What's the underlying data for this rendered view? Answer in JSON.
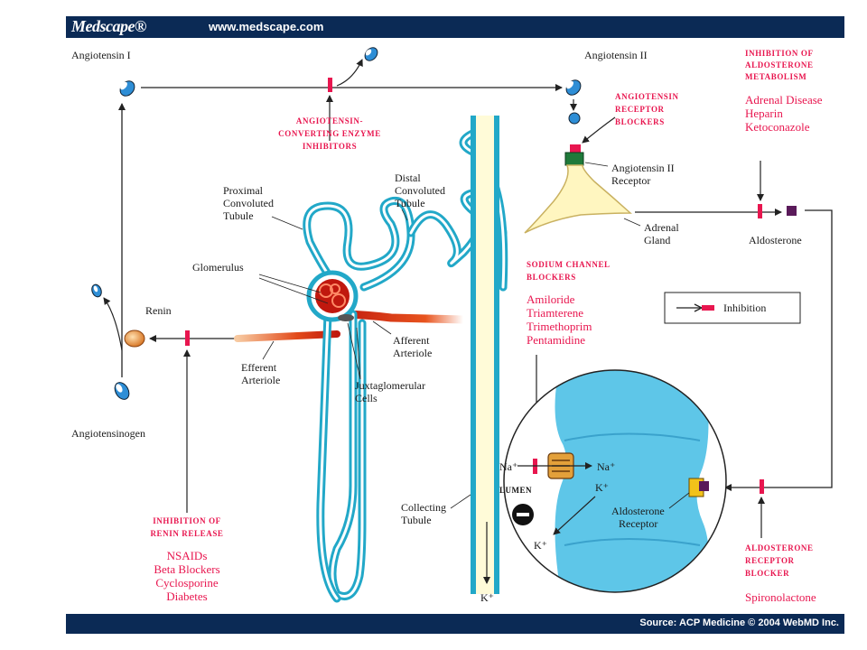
{
  "header": {
    "brand": "Medscape®",
    "url": "www.medscape.com"
  },
  "footer": {
    "source": "Source: ACP Medicine © 2004 WebMD Inc."
  },
  "labels": {
    "angiotensin_i": "Angiotensin I",
    "angiotensin_ii": "Angiotensin II",
    "angiotensinogen": "Angiotensinogen",
    "renin": "Renin",
    "proximal": [
      "Proximal",
      "Convoluted",
      "Tubule"
    ],
    "distal": [
      "Distal",
      "Convoluted",
      "Tubule"
    ],
    "glomerulus": "Glomerulus",
    "efferent": [
      "Efferent",
      "Arteriole"
    ],
    "afferent": [
      "Afferent",
      "Arteriole"
    ],
    "juxta": [
      "Juxtaglomerular",
      "Cells"
    ],
    "collecting": [
      "Collecting",
      "Tubule"
    ],
    "at2_receptor": [
      "Angiotensin II",
      "Receptor"
    ],
    "adrenal": [
      "Adrenal",
      "Gland"
    ],
    "aldosterone": "Aldosterone",
    "ald_receptor": [
      "Aldosterone",
      "Receptor"
    ],
    "na_left": "Na⁺",
    "na_right": "Na⁺",
    "k_in": "K⁺",
    "k_out": "K⁺",
    "k_bottom": "K⁺",
    "lumen": "LUMEN",
    "legend_inhibition": "Inhibition"
  },
  "inhibitors": {
    "ace": {
      "title": [
        "ANGIOTENSIN-",
        "CONVERTING ENZYME",
        "INHIBITORS"
      ]
    },
    "arb": {
      "title": [
        "ANGIOTENSIN",
        "RECEPTOR",
        "BLOCKERS"
      ]
    },
    "aldo_metab": {
      "title": [
        "INHIBITION OF",
        "ALDOSTERONE",
        "METABOLISM"
      ],
      "items": [
        "Adrenal Disease",
        "Heparin",
        "Ketoconazole"
      ]
    },
    "sodium": {
      "title": [
        "SODIUM CHANNEL",
        "BLOCKERS"
      ],
      "items": [
        "Amiloride",
        "Triamterene",
        "Trimethoprim",
        "Pentamidine"
      ]
    },
    "renin": {
      "title": [
        "INHIBITION OF",
        "RENIN RELEASE"
      ],
      "items": [
        "NSAIDs",
        "Beta Blockers",
        "Cyclosporine",
        "Diabetes"
      ]
    },
    "aldo_receptor": {
      "title": [
        "ALDOSTERONE",
        "RECEPTOR",
        "BLOCKER"
      ],
      "items": [
        "Spironolactone"
      ]
    }
  },
  "colors": {
    "navy": "#0b2a55",
    "red": "#e8164f",
    "tubule": "#22a8c8",
    "purple": "#5a1a5a"
  }
}
